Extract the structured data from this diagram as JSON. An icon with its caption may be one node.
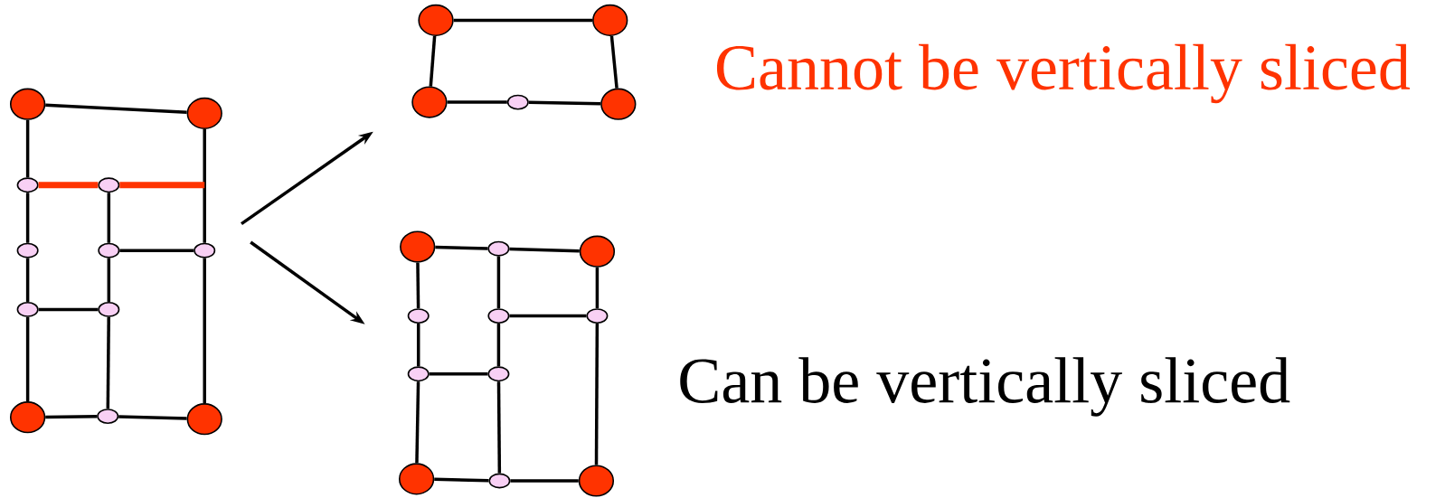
{
  "diagram": {
    "nodes": [
      {
        "text": [],
        "shape": "graph"
      },
      {
        "text": [],
        "shape": "circle",
        "in": 0
      },
      {
        "text": [],
        "shape": "circle",
        "in": 0
      },
      {
        "text": [],
        "shape": "circle",
        "in": 0
      },
      {
        "text": [],
        "shape": "circle",
        "in": 0
      },
      {
        "text": [],
        "shape": "circle",
        "in": 0
      },
      {
        "text": [],
        "shape": "circle",
        "in": 0
      },
      {
        "text": [],
        "shape": "circle",
        "in": 0
      },
      {
        "text": [],
        "shape": "circle",
        "in": 0
      },
      {
        "text": [],
        "shape": "circle",
        "in": 0
      },
      {
        "text": [],
        "shape": "circle",
        "in": 0
      },
      {
        "text": [],
        "shape": "circle",
        "in": 0
      },
      {
        "text": [],
        "shape": "circle",
        "in": 0
      },
      {
        "text": [],
        "shape": "graph",
        "beside": [
          "Cannot be vertically sliced"
        ]
      },
      {
        "text": [],
        "shape": "circle",
        "in": 13
      },
      {
        "text": [],
        "shape": "circle",
        "in": 13
      },
      {
        "text": [],
        "shape": "circle",
        "in": 13
      },
      {
        "text": [],
        "shape": "circle",
        "in": 13
      },
      {
        "text": [],
        "shape": "circle",
        "in": 13
      },
      {
        "text": [],
        "shape": "graph",
        "beside": [
          "Can be vertically sliced"
        ]
      },
      {
        "text": [],
        "shape": "circle",
        "in": 19
      },
      {
        "text": [],
        "shape": "circle",
        "in": 19
      },
      {
        "text": [],
        "shape": "circle",
        "in": 19
      },
      {
        "text": [],
        "shape": "circle",
        "in": 19
      },
      {
        "text": [],
        "shape": "circle",
        "in": 19
      },
      {
        "text": [],
        "shape": "circle",
        "in": 19
      },
      {
        "text": [],
        "shape": "circle",
        "in": 19
      },
      {
        "text": [],
        "shape": "circle",
        "in": 19
      },
      {
        "text": [],
        "shape": "circle",
        "in": 19
      },
      {
        "text": [],
        "shape": "circle",
        "in": 19
      },
      {
        "text": [],
        "shape": "circle",
        "in": 19
      }
    ],
    "edges": [
      {
        "from": 1,
        "to": 2,
        "arrow": "none"
      },
      {
        "from": 1,
        "to": 3,
        "arrow": "none"
      },
      {
        "from": 3,
        "to": 5,
        "arrow": "none"
      },
      {
        "from": 5,
        "to": 8,
        "arrow": "none"
      },
      {
        "from": 8,
        "to": 10,
        "arrow": "none"
      },
      {
        "from": 2,
        "to": 7,
        "arrow": "none"
      },
      {
        "from": 7,
        "to": 12,
        "arrow": "none"
      },
      {
        "from": 4,
        "to": 6,
        "arrow": "none"
      },
      {
        "from": 6,
        "to": 9,
        "arrow": "none"
      },
      {
        "from": 9,
        "to": 11,
        "arrow": "none"
      },
      {
        "from": 6,
        "to": 7,
        "arrow": "none"
      },
      {
        "from": 8,
        "to": 9,
        "arrow": "none"
      },
      {
        "from": 10,
        "to": 11,
        "arrow": "none"
      },
      {
        "from": 11,
        "to": 12,
        "arrow": "none"
      },
      {
        "from": 3,
        "to": 4,
        "arrow": "none",
        "style": "thick",
        "color": "#ff3300"
      },
      {
        "from": 4,
        "to": null,
        "arrow": "none",
        "style": "thick",
        "color": "#ff3300"
      },
      {
        "from": 14,
        "to": 15,
        "arrow": "none"
      },
      {
        "from": 14,
        "to": 16,
        "arrow": "none"
      },
      {
        "from": 15,
        "to": 18,
        "arrow": "none"
      },
      {
        "from": 16,
        "to": 17,
        "arrow": "none"
      },
      {
        "from": 17,
        "to": 18,
        "arrow": "none"
      },
      {
        "from": 20,
        "to": 21,
        "arrow": "none"
      },
      {
        "from": 21,
        "to": 22,
        "arrow": "none"
      },
      {
        "from": 20,
        "to": 23,
        "arrow": "none"
      },
      {
        "from": 23,
        "to": 26,
        "arrow": "none"
      },
      {
        "from": 26,
        "to": 28,
        "arrow": "none"
      },
      {
        "from": 21,
        "to": 24,
        "arrow": "none"
      },
      {
        "from": 24,
        "to": 27,
        "arrow": "none"
      },
      {
        "from": 27,
        "to": 29,
        "arrow": "none"
      },
      {
        "from": 24,
        "to": 25,
        "arrow": "none"
      },
      {
        "from": 22,
        "to": 25,
        "arrow": "none"
      },
      {
        "from": 25,
        "to": 30,
        "arrow": "none"
      },
      {
        "from": 26,
        "to": 27,
        "arrow": "none"
      },
      {
        "from": 28,
        "to": 29,
        "arrow": "none"
      },
      {
        "from": 29,
        "to": 30,
        "arrow": "none"
      },
      {
        "from": 0,
        "to": 13,
        "arrow": "to"
      },
      {
        "from": 0,
        "to": 19,
        "arrow": "to"
      }
    ]
  }
}
